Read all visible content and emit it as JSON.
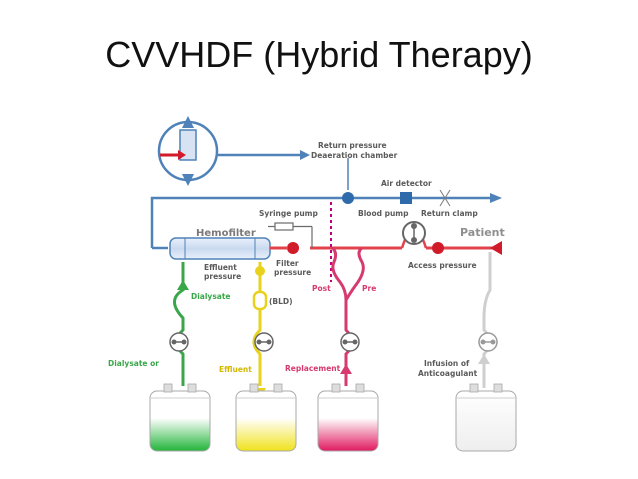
{
  "title": "CVVHDF (Hybrid Therapy)",
  "labels": {
    "return_pressure": "Return pressure",
    "deaeration_chamber": "Deaeration chamber",
    "air_detector": "Air detector",
    "syringe_pump": "Syringe pump",
    "blood_pump": "Blood pump",
    "return_clamp": "Return clamp",
    "hemofilter": "Hemofilter",
    "patient": "Patient",
    "effluent_pressure_1": "Effluent",
    "effluent_pressure_2": "pressure",
    "filter_pressure_1": "Filter",
    "filter_pressure_2": "pressure",
    "access_pressure": "Access pressure",
    "post": "Post",
    "pre": "Pre",
    "dialysate": "Dialysate",
    "bld": "(BLD)",
    "dialysate_or": "Dialysate or",
    "effluent": "Effluent",
    "replacement": "Replacement",
    "infusion_1": "Infusion of",
    "infusion_2": "Anticoagulant"
  },
  "colors": {
    "return_line": "#4f82b8",
    "access_line": "#e2434b",
    "dialysate_line": "#3aa64a",
    "effluent_line": "#e9d21e",
    "replacement_line": "#d63a6f",
    "infusion_line": "#cfcfcf",
    "bag_green": "#22b43a",
    "bag_yellow": "#f0e21c",
    "bag_pink": "#e0195e",
    "dashed": "#c2007a"
  }
}
